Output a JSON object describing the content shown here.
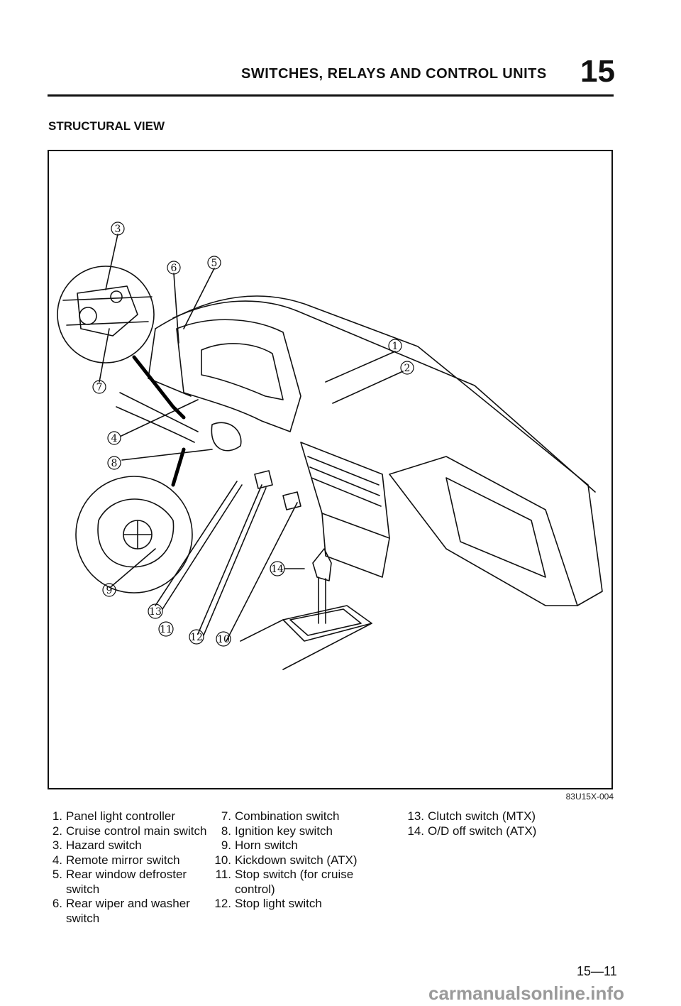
{
  "header": {
    "title": "SWITCHES, RELAYS AND CONTROL UNITS",
    "chapter_number": "15"
  },
  "section_title": "STRUCTURAL VIEW",
  "figure": {
    "code": "83U15X-004",
    "callouts": [
      "1",
      "2",
      "3",
      "4",
      "5",
      "6",
      "7",
      "8",
      "9",
      "10",
      "11",
      "12",
      "13",
      "14"
    ]
  },
  "legend": {
    "col1": [
      {
        "num": "1.",
        "text": "Panel light controller"
      },
      {
        "num": "2.",
        "text": "Cruise control main switch"
      },
      {
        "num": "3.",
        "text": "Hazard switch"
      },
      {
        "num": "4.",
        "text": "Remote mirror switch"
      },
      {
        "num": "5.",
        "text": "Rear window defroster"
      },
      {
        "num": "",
        "text": "switch"
      },
      {
        "num": "6.",
        "text": "Rear wiper and washer"
      },
      {
        "num": "",
        "text": "switch"
      }
    ],
    "col2": [
      {
        "num": "7.",
        "text": "Combination switch"
      },
      {
        "num": "8.",
        "text": "Ignition key switch"
      },
      {
        "num": "9.",
        "text": "Horn switch"
      },
      {
        "num": "10.",
        "text": "Kickdown switch (ATX)"
      },
      {
        "num": "11.",
        "text": "Stop switch (for cruise"
      },
      {
        "num": "",
        "text": "control)"
      },
      {
        "num": "12.",
        "text": "Stop light switch"
      }
    ],
    "col3": [
      {
        "num": "13.",
        "text": "Clutch switch (MTX)"
      },
      {
        "num": "14.",
        "text": "O/D off switch (ATX)"
      }
    ]
  },
  "page_number": "15—11",
  "watermark": "carmanualsonline.info"
}
